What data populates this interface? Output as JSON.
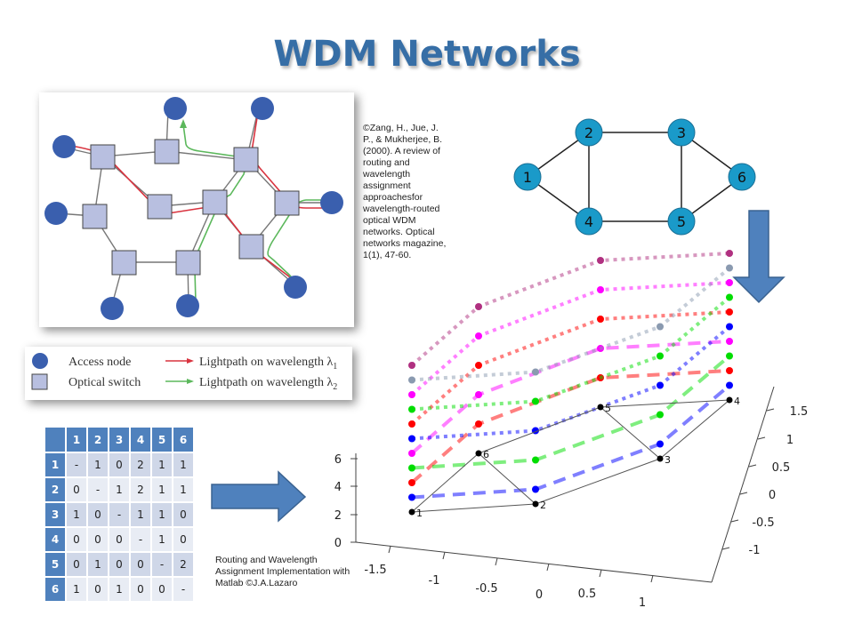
{
  "slide": {
    "title": "WDM Networks"
  },
  "citation": "©Zang, H., Jue, J. P., & Mukherjee, B. (2000). A review of routing and wavelength assignment approachesfor wavelength-routed optical WDM networks. Optical networks magazine, 1(1), 47-60.",
  "credit": "Routing and Wavelength Assignment Implementation with Matlab ©J.A.Lazaro",
  "legend": {
    "access_node": "Access node",
    "optical_switch": "Optical switch",
    "lightpath_1": "Lightpath on wavelength λ",
    "lightpath_1_sub": "1",
    "lightpath_2": "Lightpath on wavelength λ",
    "lightpath_2_sub": "2",
    "colors": {
      "lambda1": "#d9333f",
      "lambda2": "#5cb85c",
      "access": "#3a5fae",
      "switch": "#b8bfe0"
    }
  },
  "topology": {
    "nodes": [
      "1",
      "2",
      "3",
      "4",
      "5",
      "6"
    ],
    "edges": [
      [
        "1",
        "2"
      ],
      [
        "1",
        "4"
      ],
      [
        "2",
        "3"
      ],
      [
        "2",
        "4"
      ],
      [
        "3",
        "5"
      ],
      [
        "3",
        "6"
      ],
      [
        "4",
        "5"
      ],
      [
        "5",
        "6"
      ]
    ],
    "node_color": "#1a9ac9"
  },
  "matrix": {
    "headers": [
      "1",
      "2",
      "3",
      "4",
      "5",
      "6"
    ],
    "rows": [
      {
        "label": "1",
        "cells": [
          "-",
          "1",
          "0",
          "2",
          "1",
          "1"
        ]
      },
      {
        "label": "2",
        "cells": [
          "0",
          "-",
          "1",
          "2",
          "1",
          "1"
        ]
      },
      {
        "label": "3",
        "cells": [
          "1",
          "0",
          "-",
          "1",
          "1",
          "0"
        ]
      },
      {
        "label": "4",
        "cells": [
          "0",
          "0",
          "0",
          "-",
          "1",
          "0"
        ]
      },
      {
        "label": "5",
        "cells": [
          "0",
          "1",
          "0",
          "0",
          "-",
          "2"
        ]
      },
      {
        "label": "6",
        "cells": [
          "1",
          "0",
          "1",
          "0",
          "0",
          "-"
        ]
      }
    ]
  },
  "chart_data": {
    "type": "line",
    "title": "",
    "projection": "3d",
    "x_ticks": [
      "-1.5",
      "-1",
      "-0.5",
      "0",
      "0.5",
      "1"
    ],
    "y_ticks": [
      "-1",
      "-0.5",
      "0",
      "0.5",
      "1",
      "1.5"
    ],
    "z_ticks": [
      "0",
      "2",
      "4",
      "6"
    ],
    "base_nodes": [
      "1",
      "2",
      "3",
      "4",
      "5",
      "6"
    ],
    "base_edges": [
      [
        "1",
        "2"
      ],
      [
        "1",
        "6"
      ],
      [
        "2",
        "3"
      ],
      [
        "2",
        "6"
      ],
      [
        "3",
        "4"
      ],
      [
        "3",
        "5"
      ],
      [
        "4",
        "5"
      ],
      [
        "5",
        "6"
      ]
    ],
    "layers": [
      {
        "name": "blue-dashed",
        "color": "#0000ff",
        "style": "dashed",
        "level": 1
      },
      {
        "name": "red-dashed",
        "color": "#ff0000",
        "style": "dashed",
        "level": 2
      },
      {
        "name": "green-dashed",
        "color": "#00dd00",
        "style": "dashed",
        "level": 3
      },
      {
        "name": "magenta-dashed",
        "color": "#ff00ff",
        "style": "dashed",
        "level": 4
      },
      {
        "name": "blue-dotted",
        "color": "#0000ff",
        "style": "dotted",
        "level": 5
      },
      {
        "name": "red-dotted",
        "color": "#ff0000",
        "style": "dotted",
        "level": 6
      },
      {
        "name": "green-dotted",
        "color": "#00dd00",
        "style": "dotted",
        "level": 7
      },
      {
        "name": "magenta-dotted",
        "color": "#ff00ff",
        "style": "dotted",
        "level": 8
      },
      {
        "name": "grey-dotted",
        "color": "#8a9ab0",
        "style": "dotted",
        "level": 9
      },
      {
        "name": "purple-dotted",
        "color": "#b03080",
        "style": "dotted",
        "level": 10
      }
    ],
    "grid": false
  },
  "arrows": {
    "color": "#4f81bd",
    "stroke": "#3a6290"
  }
}
